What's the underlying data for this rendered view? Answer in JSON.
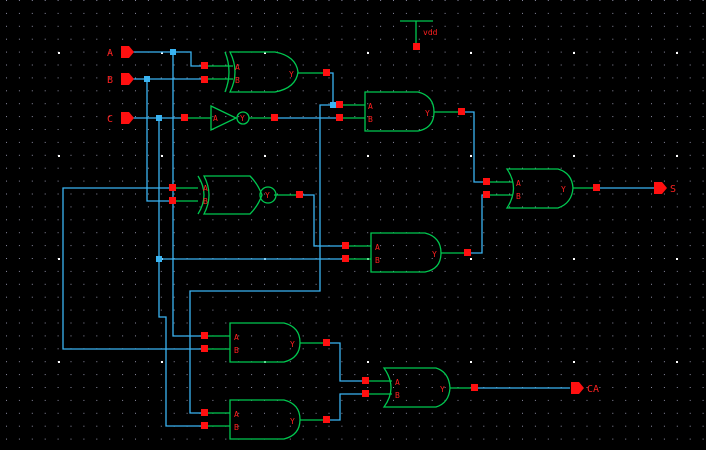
{
  "colors": {
    "background": "#000000",
    "wire": "#3ab4f2",
    "gate": "#00c850",
    "pin": "#ff1010",
    "label": "#ff2020",
    "grid": "#8a8aa0"
  },
  "ports": {
    "in_a": "A",
    "in_b": "B",
    "in_c": "C",
    "out_s": "S",
    "out_ca": "CA"
  },
  "supply": {
    "label": "vdd"
  },
  "gates": {
    "xor1": {
      "a": "A",
      "b": "B",
      "y": "Y"
    },
    "inv1": {
      "a": "A",
      "y": "Y"
    },
    "xnor1": {
      "a": "A",
      "b": "B",
      "y": "Y"
    },
    "and1": {
      "a": "A",
      "b": "B",
      "y": "Y"
    },
    "and2": {
      "a": "A",
      "b": "B",
      "y": "Y"
    },
    "xor2": {
      "a": "A",
      "b": "B",
      "y": "Y"
    },
    "and3": {
      "a": "A",
      "b": "B",
      "y": "Y"
    },
    "and4": {
      "a": "A",
      "b": "B",
      "y": "Y"
    },
    "or1": {
      "a": "A",
      "b": "B",
      "y": "Y"
    }
  }
}
